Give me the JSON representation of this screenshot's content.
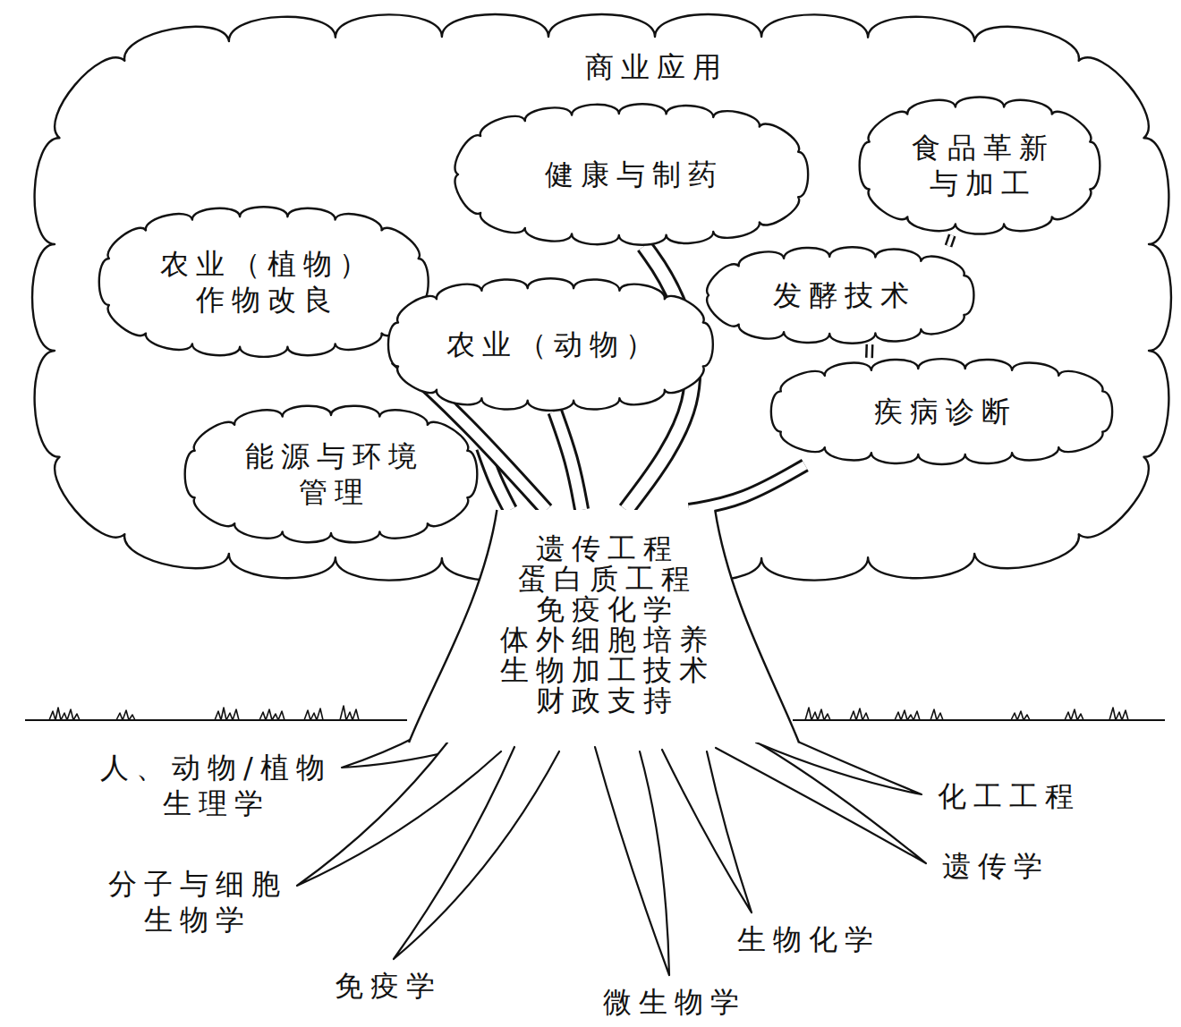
{
  "diagram": {
    "nodes": [
      {
        "text": [
          "商业应用"
        ]
      },
      {
        "text": [
          "健康与制药"
        ],
        "in": 0
      },
      {
        "text": [
          "食品革新 与加工"
        ],
        "in": 0
      },
      {
        "text": [
          "农业（植物） 作物改良"
        ],
        "in": 0
      },
      {
        "text": [
          "农业（动物）"
        ],
        "in": 0
      },
      {
        "text": [
          "发酵技术"
        ],
        "in": 0
      },
      {
        "text": [
          "疾病诊断"
        ],
        "in": 0
      },
      {
        "text": [
          "能源与环境 管理"
        ],
        "in": 0
      },
      {
        "text": [
          "遗传工程",
          "蛋白质工程",
          "免疫化学",
          "体外细胞培养",
          "生物加工技术",
          "财政支持"
        ]
      }
    ],
    "edges": [
      {
        "from": 8,
        "to": 7,
        "arrow": "none"
      },
      {
        "from": 8,
        "to": 3,
        "arrow": "none"
      },
      {
        "from": 8,
        "to": 4,
        "arrow": "none"
      },
      {
        "from": 8,
        "to": 1,
        "arrow": "none"
      },
      {
        "from": 8,
        "to": 6,
        "arrow": "none"
      },
      {
        "from": 6,
        "to": 5,
        "arrow": "none"
      },
      {
        "from": 5,
        "to": 2,
        "arrow": "none"
      }
    ],
    "labels": [
      "人、动物/植物 生理学",
      "化工工程",
      "遗传学",
      "分子与细胞 生物学",
      "生物化学",
      "免疫学",
      "微生物学"
    ]
  }
}
